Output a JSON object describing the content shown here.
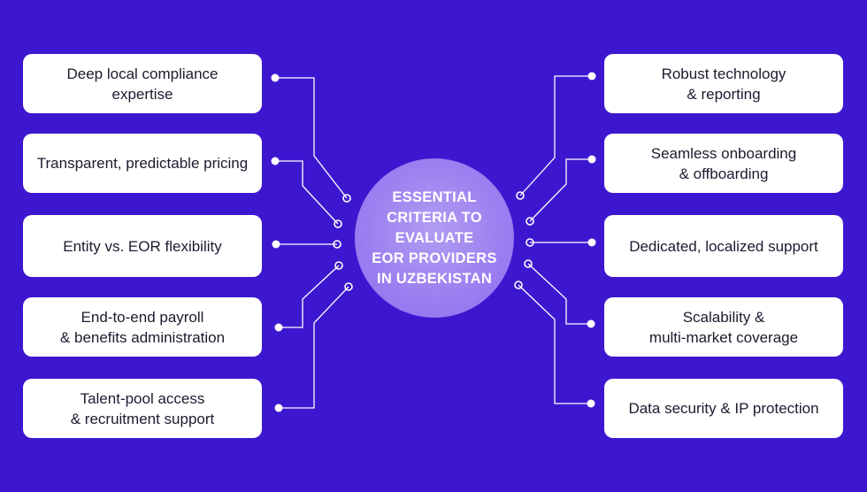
{
  "center": {
    "title": "ESSENTIAL\nCRITERIA TO\nEVALUATE\nEOR PROVIDERS\nIN UZBEKISTAN"
  },
  "left_items": [
    {
      "label": "Deep local compliance\nexpertise"
    },
    {
      "label": "Transparent, predictable pricing"
    },
    {
      "label": "Entity vs. EOR flexibility"
    },
    {
      "label": "End-to-end payroll\n& benefits administration"
    },
    {
      "label": "Talent-pool access\n& recruitment support"
    }
  ],
  "right_items": [
    {
      "label": "Robust technology\n& reporting"
    },
    {
      "label": "Seamless onboarding\n& offboarding"
    },
    {
      "label": "Dedicated, localized support"
    },
    {
      "label": "Scalability  &\nmulti-market coverage"
    },
    {
      "label": "Data security & IP protection"
    }
  ],
  "colors": {
    "background": "#3d17cf",
    "connector": "#ffffff",
    "card": "#ffffff",
    "hub": "#9b7ef0"
  }
}
